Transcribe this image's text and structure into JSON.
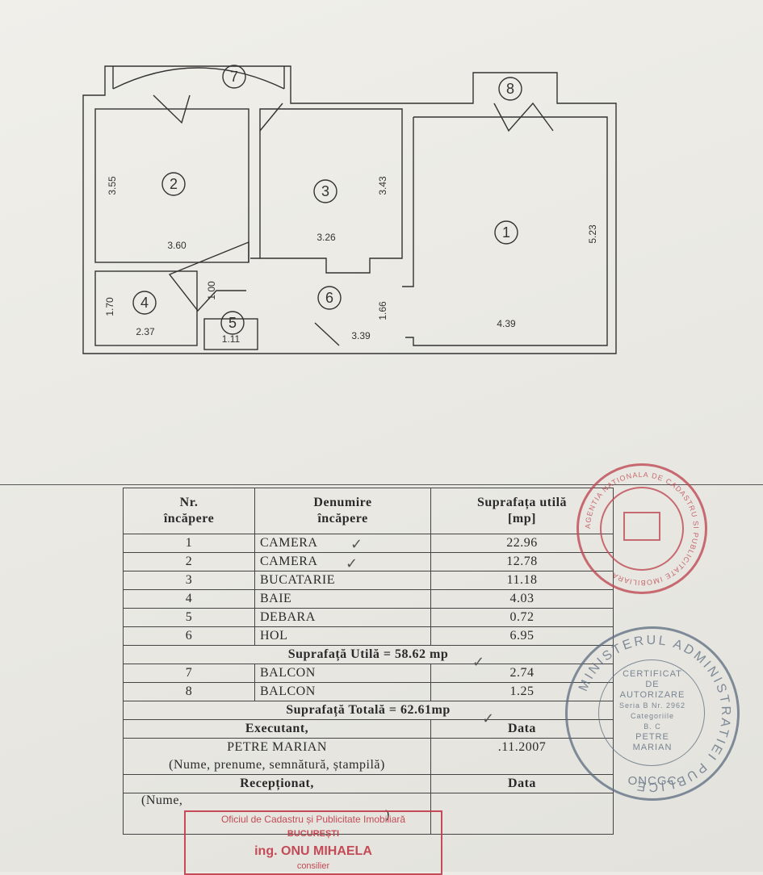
{
  "plan": {
    "room_numbers": [
      "1",
      "2",
      "3",
      "4",
      "5",
      "6",
      "7",
      "8"
    ],
    "dimensions": {
      "r2_height": "3.55",
      "r2_width": "3.60",
      "r3_height": "3.43",
      "r3_width": "3.26",
      "r1_height": "5.23",
      "r1_width": "4.39",
      "r4_height": "1.70",
      "r4_width": "2.37",
      "r5_width": "1.11",
      "hol_diag": "1.00",
      "hol_height": "1.66",
      "hol_width": "3.39"
    }
  },
  "table": {
    "headers": {
      "nr": [
        "Nr.",
        "încăpere"
      ],
      "denumire": [
        "Denumire",
        "încăpere"
      ],
      "suprafata": [
        "Suprafața utilă",
        "[mp]"
      ]
    },
    "rooms": [
      {
        "nr": "1",
        "name": "CAMERA",
        "area": "22.96"
      },
      {
        "nr": "2",
        "name": "CAMERA",
        "area": "12.78"
      },
      {
        "nr": "3",
        "name": "BUCATARIE",
        "area": "11.18"
      },
      {
        "nr": "4",
        "name": "BAIE",
        "area": "4.03"
      },
      {
        "nr": "5",
        "name": "DEBARA",
        "area": "0.72"
      },
      {
        "nr": "6",
        "name": "HOL",
        "area": "6.95"
      }
    ],
    "suprafata_utila": "Suprafață Utilă = 58.62 mp",
    "balcony": [
      {
        "nr": "7",
        "name": "BALCON",
        "area": "2.74"
      },
      {
        "nr": "8",
        "name": "BALCON",
        "area": "1.25"
      }
    ],
    "suprafata_totala": "Suprafață Totală = 62.61mp",
    "executant_label": "Executant,",
    "data_label": "Data",
    "executant_name": "PETRE MARIAN",
    "executant_date": ".11.2007",
    "signature_hint": "(Nume, prenume, semnătură, ștampilă)",
    "receptionat_label": "Recepționat,",
    "data_label_2": "Data",
    "receptionat_hint": "(Nume,",
    "receptionat_hint_end": ")"
  },
  "stamps": {
    "red_round": "AGENTIA NATIONALA DE CADASTRU SI PUBLICITATE IMOBILIARA",
    "blue_ring": "MINISTERUL ADMINISTRATIEI PUBLICE",
    "blue_lines": [
      "CERTIFICAT",
      "DE",
      "AUTORIZARE",
      "Seria B Nr. 2962",
      "Categoriile",
      "B. C",
      "PETRE",
      "MARIAN"
    ],
    "blue_bottom": "ONCGC",
    "red_rect_lines": [
      "Oficiul de Cadastru și Publicitate Imobiliară",
      "BUCUREȘTI",
      "ing. ONU MIHAELA",
      "consilier"
    ]
  },
  "colors": {
    "ink": "#2a2a2a",
    "stamp_red": "#c04a55",
    "stamp_blue": "#5c6c80"
  }
}
